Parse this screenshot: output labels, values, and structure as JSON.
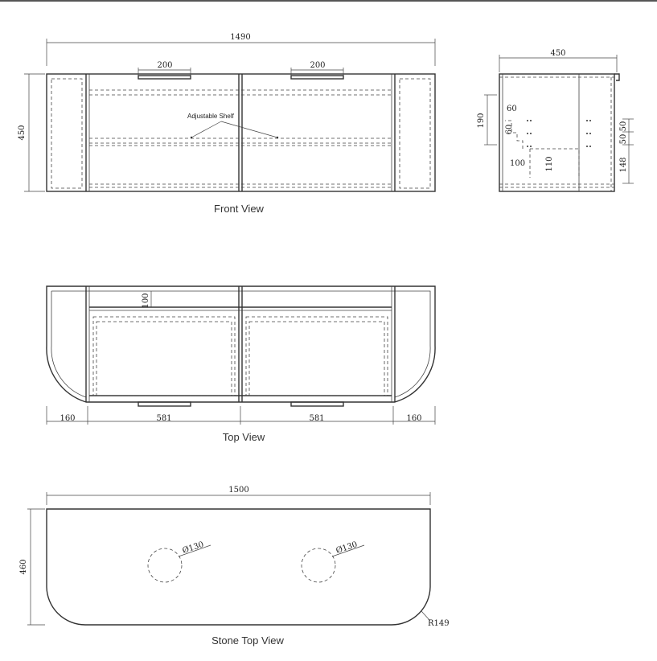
{
  "front": {
    "caption": "Front View",
    "width": "1490",
    "height": "450",
    "handle_left": "200",
    "handle_right": "200",
    "shelf_label": "Adjustable Shelf"
  },
  "side": {
    "width": "450",
    "d190": "190",
    "d60a": "60",
    "d60b": "60",
    "d100": "100",
    "d110": "110",
    "d50a": "50",
    "d50b": "50",
    "d148": "148"
  },
  "top": {
    "caption": "Top View",
    "d100": "100",
    "d160_left": "160",
    "d581_left": "581",
    "d581_right": "581",
    "d160_right": "160"
  },
  "stone": {
    "caption": "Stone Top View",
    "width": "1500",
    "height": "460",
    "hole_left": "Ø130",
    "hole_right": "Ø130",
    "radius": "R149"
  }
}
